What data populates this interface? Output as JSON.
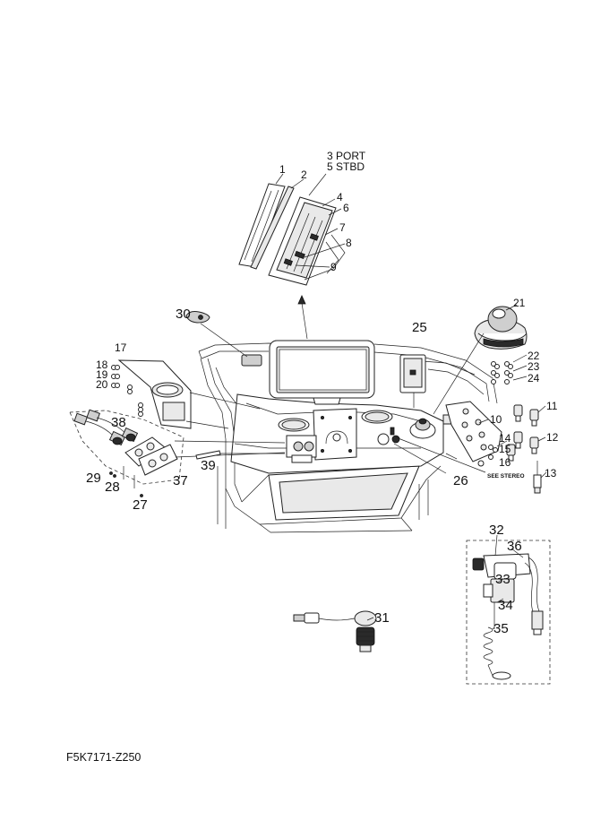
{
  "drawing_code": "F5K7171-Z250",
  "note_see_stereo": "SEE STEREO",
  "callouts": {
    "c1": "1",
    "c2": "2",
    "c3": "3 PORT",
    "c5": "5 STBD",
    "c4": "4",
    "c6": "6",
    "c7": "7",
    "c8": "8",
    "c9": "9",
    "c10": "10",
    "c11": "11",
    "c12": "12",
    "c13": "13",
    "c14": "14",
    "c15": "15",
    "c16": "16",
    "c17": "17",
    "c18": "18",
    "c19": "19",
    "c20": "20",
    "c21": "21",
    "c22": "22",
    "c23": "23",
    "c24": "24",
    "c25": "25",
    "c26": "26",
    "c27": "27",
    "c28": "28",
    "c29": "29",
    "c30": "30",
    "c31": "31",
    "c32": "32",
    "c33": "33",
    "c34": "34",
    "c35": "35",
    "c36": "36",
    "c37": "37",
    "c38": "38",
    "c39": "39"
  }
}
